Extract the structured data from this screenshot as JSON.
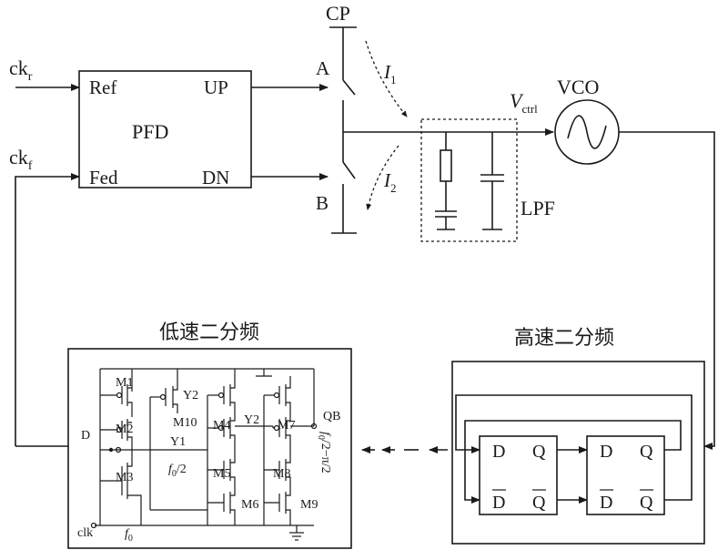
{
  "inputs": {
    "ck_r": {
      "main": "ck",
      "sub": "r"
    },
    "ck_f": {
      "main": "ck",
      "sub": "f"
    }
  },
  "pfd": {
    "title": "PFD",
    "ref": "Ref",
    "fed": "Fed",
    "up": "UP",
    "dn": "DN"
  },
  "charge_pump": {
    "cp": "CP",
    "a": "A",
    "b": "B",
    "i1": {
      "main": "I",
      "sub": "1"
    },
    "i2": {
      "main": "I",
      "sub": "2"
    }
  },
  "lpf": {
    "label": "LPF"
  },
  "vctrl": {
    "main": "V",
    "sub": "ctrl"
  },
  "vco": {
    "label": "VCO"
  },
  "low_speed_divider": {
    "title": "低速二分频",
    "transistors": [
      "M1",
      "M2",
      "M3",
      "M4",
      "M5",
      "M6",
      "M7",
      "M8",
      "M9",
      "M10"
    ],
    "nodes": {
      "d": "D",
      "y1": "Y1",
      "y2_a": "Y2",
      "y2_b": "Y2",
      "qb": "QB",
      "clk": "clk"
    },
    "freq_half": {
      "main": "f",
      "sub": "0",
      "tail": "/2"
    },
    "freq_in": {
      "main": "f",
      "sub": "0"
    },
    "phase": {
      "main": "f",
      "sub": "0",
      "tail": "/2−π/2"
    }
  },
  "high_speed_divider": {
    "title": "高速二分频",
    "ff1": {
      "d": "D",
      "q": "Q",
      "dbar": "D",
      "qbar": "Q"
    },
    "ff2": {
      "d": "D",
      "q": "Q",
      "dbar": "D",
      "qbar": "Q"
    }
  }
}
